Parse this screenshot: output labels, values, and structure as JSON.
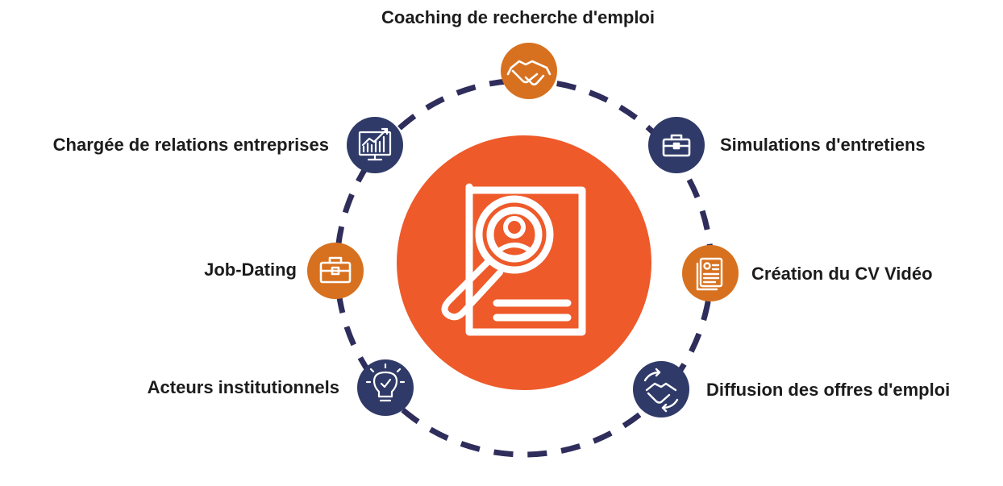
{
  "diagram": {
    "colors": {
      "ring": "#2f2d5b",
      "center": "#ee5a2a",
      "orange_node": "#d7711f",
      "navy_node": "#2f3a68",
      "icon_stroke": "#ffffff",
      "label": "#1c1c1c"
    },
    "center_icon": "document-search-person-icon",
    "nodes": [
      {
        "id": "coaching",
        "label": "Coaching de recherche d'emploi",
        "color": "orange",
        "icon": "handshake-icon"
      },
      {
        "id": "simulations",
        "label": "Simulations d'entretiens",
        "color": "navy",
        "icon": "briefcase-icon"
      },
      {
        "id": "cv-video",
        "label": "Création du CV Vidéo",
        "color": "orange",
        "icon": "resume-icon"
      },
      {
        "id": "diffusion",
        "label": "Diffusion des offres d'emploi",
        "color": "navy",
        "icon": "handshake-exchange-icon"
      },
      {
        "id": "acteurs",
        "label": "Acteurs institutionnels",
        "color": "navy",
        "icon": "lightbulb-icon"
      },
      {
        "id": "job-dating",
        "label": "Job-Dating",
        "color": "orange",
        "icon": "briefcase-icon"
      },
      {
        "id": "relations",
        "label": "Chargée de relations entreprises",
        "color": "navy",
        "icon": "chart-monitor-icon"
      }
    ]
  }
}
